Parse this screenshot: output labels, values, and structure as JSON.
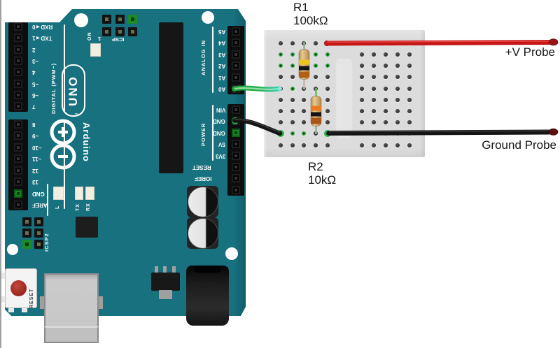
{
  "annotations": {
    "r1": {
      "name": "R1",
      "value": "100kΩ"
    },
    "r2": {
      "name": "R2",
      "value": "10kΩ"
    },
    "v_probe": "+V Probe",
    "ground_probe": "Ground Probe"
  },
  "arduino": {
    "model": "UNO",
    "brand": "Arduino",
    "trademark": "™",
    "digital_section_label": "DIGITAL (PWM~)",
    "analog_section_label": "ANALOG IN",
    "power_section_label": "POWER",
    "on_label": "ON",
    "icsp_label": "ICSP",
    "icsp_pin1_label": "1",
    "icsp2_label": "ICSP2",
    "reset_label": "RESET",
    "led_l": "L",
    "led_tx": "TX",
    "led_rx": "RX",
    "digital_pins_0_7": [
      "RXD◄0",
      "TXD◄1",
      "2",
      "~3",
      "4",
      "~5",
      "~6",
      "7"
    ],
    "digital_pins_8_aref": [
      "8",
      "~9",
      "~10",
      "~11",
      "12",
      "13",
      "GND",
      "AREF"
    ],
    "analog_pins": [
      "A5",
      "A4",
      "A3",
      "A2",
      "A1",
      "A0"
    ],
    "power_pins": [
      "VIN",
      "GND",
      "GND",
      "5V",
      "3V3",
      "RESET",
      "IOREF"
    ]
  },
  "components": {
    "r1_bands": [
      "yellow",
      "black",
      "brown"
    ],
    "r2_bands": [
      "orange",
      "black",
      "brown"
    ],
    "wires": [
      "green-signal-wire A0 to breadboard",
      "black-ground-wire GND to breadboard",
      "red-probe-wire",
      "black-probe-wire"
    ]
  },
  "colors": {
    "board_teal": "#17717f",
    "breadboard": "#dcdcdc",
    "wire_red": "#c61717",
    "wire_black": "#151515",
    "wire_green": "#28a83c",
    "wire_cyan": "#3fd0c4",
    "hole_green": "#2fae45",
    "resistor_body": "#d9b77a",
    "silkscreen": "#ffffff"
  }
}
